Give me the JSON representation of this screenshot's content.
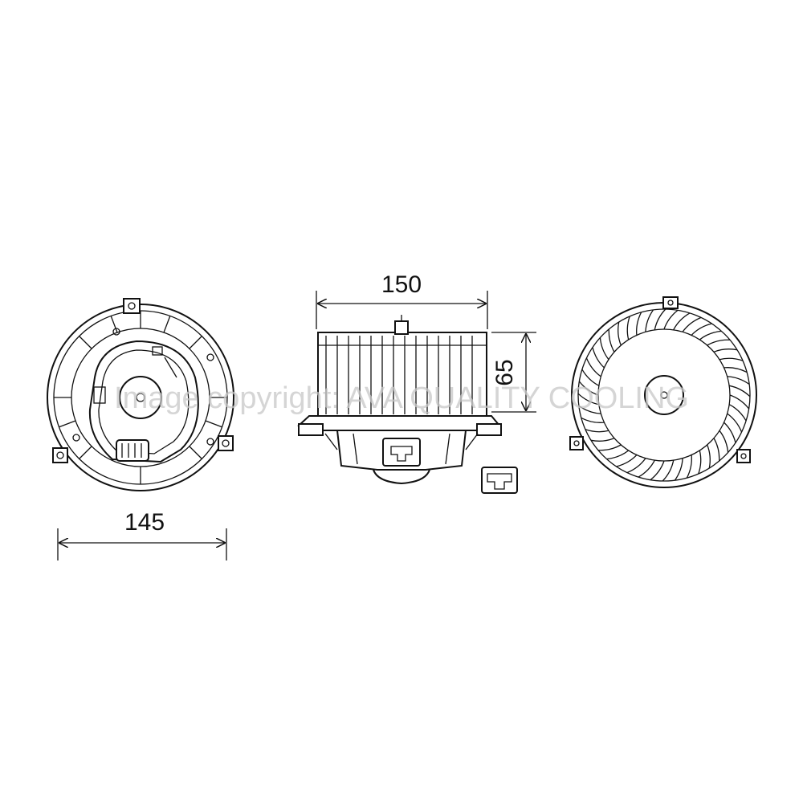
{
  "dimensions": {
    "front_view_width": "145",
    "side_view_width": "150",
    "side_view_height": "65"
  },
  "watermark": "Image copyright: AVA QUALITY COOLING",
  "colors": {
    "line": "#111111",
    "background": "#ffffff",
    "watermark": "#c8c8c8"
  }
}
